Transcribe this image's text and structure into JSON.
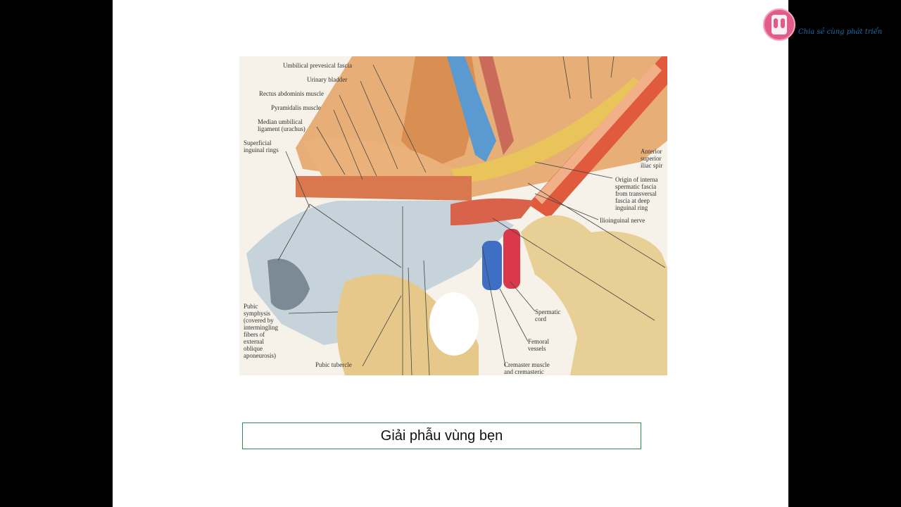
{
  "slide": {
    "caption": "Giải phẫu vùng bẹn"
  },
  "logo": {
    "icon": "lungs-icon",
    "text": "Chia sẻ cùng phát triển",
    "color": "#e25c8a"
  },
  "figure": {
    "labels": {
      "umbilical_prevesical_fascia": "Umbilical prevesical fascia",
      "urinary_bladder": "Urinary bladder",
      "rectus_abdominis": "Rectus abdominis muscle",
      "pyramidalis": "Pyramidalis muscle",
      "median_umbilical": "Median umbilical\nligament (urachus)",
      "superficial_inguinal": "Superficial\ninguinal rings",
      "pubic_symphysis": "Pubic\nsymphysis\n(covered by\nintermingling\nfibers of\nexternal\noblique\naponeurosis)",
      "pubic_tubercle": "Pubic tubercle",
      "anterior_superior": "Anterior\nsuperior\niliac spir",
      "origin_internal": "Origin of interna\nspermatic fascia\nfrom transversal\nfascia at deep\ninguinal ring",
      "ilioinguinal": "Ilioinguinal nerve",
      "spermatic_cord": "Spermatic\ncord",
      "femoral_vessels": "Femoral\nvessels",
      "cremaster": "Cremaster muscle\nand cremasteric"
    }
  }
}
